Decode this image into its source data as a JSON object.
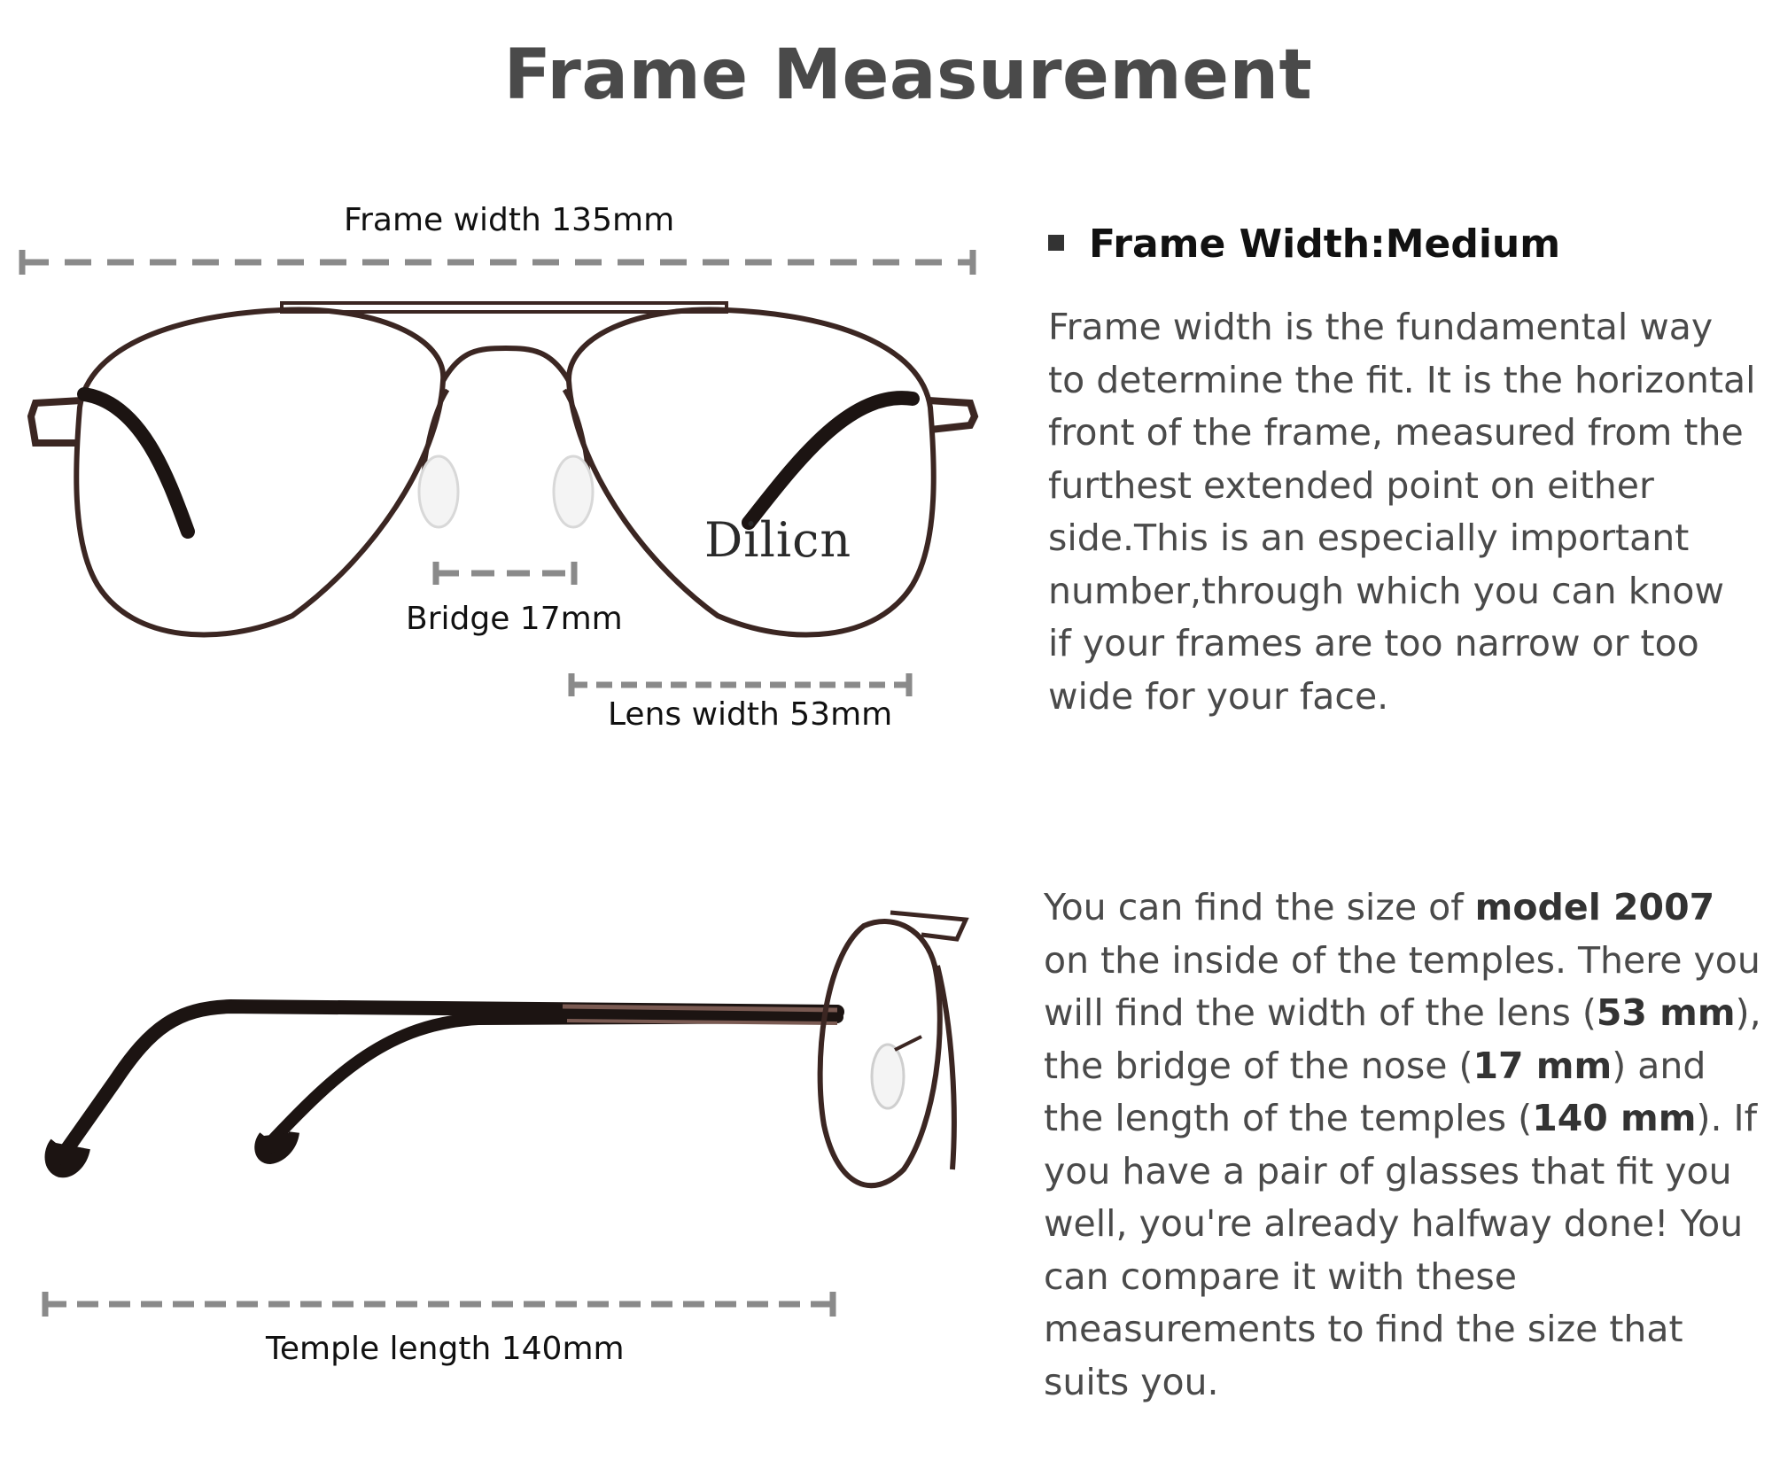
{
  "title": "Frame Measurement",
  "measurements": {
    "frame_width": "Frame width 135mm",
    "bridge": "Bridge 17mm",
    "lens_width": "Lens width 53mm",
    "temple_length": "Temple length 140mm"
  },
  "brand": "Dilicn",
  "section1": {
    "heading": "Frame Width:Medium",
    "body": "Frame width is the fundamental way to determine the fit. It is the horizontal front of the frame, measured from the furthest extended point on either side.This is an especially important number,through which you can know if your frames are too narrow or too wide for your face."
  },
  "section2": {
    "t1": "You can find the size of ",
    "model": "model 2007",
    "t2": " on the inside of the temples. There you will find the width of the lens (",
    "lens": "53 mm",
    "t3": "), the bridge of the nose (",
    "bridge": "17 mm",
    "t4": ") and the length of the temples (",
    "temple": "140 mm",
    "t5": "). If you have a pair of glasses that fit you well, you're already halfway done! You can compare it with these measurements to find the size that suits you."
  },
  "colors": {
    "frame": "#3b2622",
    "dash": "#8a8a8a",
    "text": "#4a4a4a"
  }
}
